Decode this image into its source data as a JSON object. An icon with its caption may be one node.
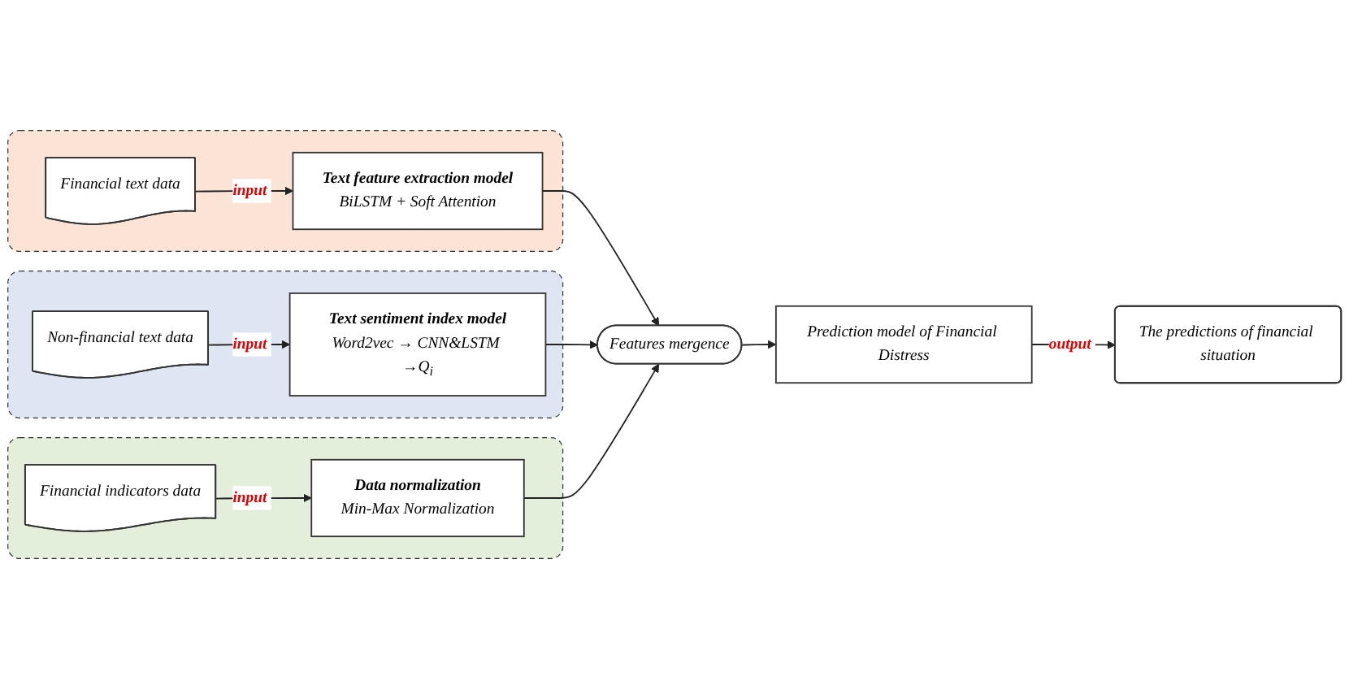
{
  "diagram": {
    "nodes": [
      {
        "text": [],
        "shape": "box"
      },
      {
        "text": [
          "Financial text data"
        ],
        "in": 0
      },
      {
        "text": [
          "Text feature extraction model",
          "BiLSTM + Soft Attention"
        ],
        "in": 0
      },
      {
        "text": [],
        "shape": "box"
      },
      {
        "text": [
          "Non-financial text data"
        ],
        "in": 3
      },
      {
        "text": [
          "Text sentiment index model",
          "Word2vec → CNN&LSTM →Q$_{i}$"
        ],
        "in": 3
      },
      {
        "text": [],
        "shape": "box"
      },
      {
        "text": [
          "Financial indicators data"
        ],
        "in": 6
      },
      {
        "text": [
          "Data normalization",
          "Min-Max Normalization"
        ],
        "in": 6
      },
      {
        "text": [
          "Features mergence"
        ]
      },
      {
        "text": [
          "Prediction model of Financial Distress"
        ]
      },
      {
        "text": [
          "The predictions of financial situation"
        ]
      }
    ],
    "edges": [
      {
        "from": 1,
        "to": 2,
        "arrow": "to",
        "label": "input"
      },
      {
        "from": 4,
        "to": 5,
        "arrow": "to",
        "label": "input"
      },
      {
        "from": 7,
        "to": 8,
        "arrow": "to",
        "label": "input"
      },
      {
        "from": 2,
        "to": 9,
        "arrow": "to"
      },
      {
        "from": 5,
        "to": 9,
        "arrow": "to"
      },
      {
        "from": 8,
        "to": 9,
        "arrow": "to"
      },
      {
        "from": 9,
        "to": 10,
        "arrow": "to"
      },
      {
        "from": 10,
        "to": 11,
        "arrow": "to",
        "label": "output"
      }
    ]
  }
}
